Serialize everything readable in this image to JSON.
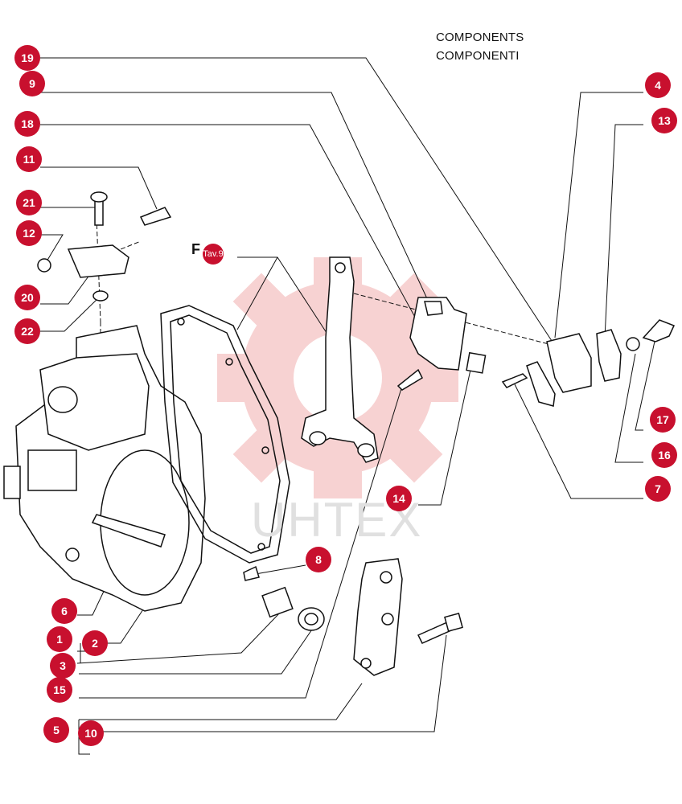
{
  "title_line_1": "COMPONENTS",
  "title_line_2": "COMPONENTI",
  "reference_label": "Tav.9",
  "reference_text_behind": "F",
  "watermark": "UHTEX",
  "callouts": [
    "19",
    "9",
    "18",
    "11",
    "21",
    "12",
    "20",
    "22",
    "6",
    "1",
    "2",
    "3",
    "15",
    "5",
    "10",
    "4",
    "13",
    "17",
    "16",
    "7",
    "14",
    "8"
  ],
  "colors": {
    "callout": "#c8102e",
    "line": "#111111",
    "watermark": "#f2b8b8"
  }
}
